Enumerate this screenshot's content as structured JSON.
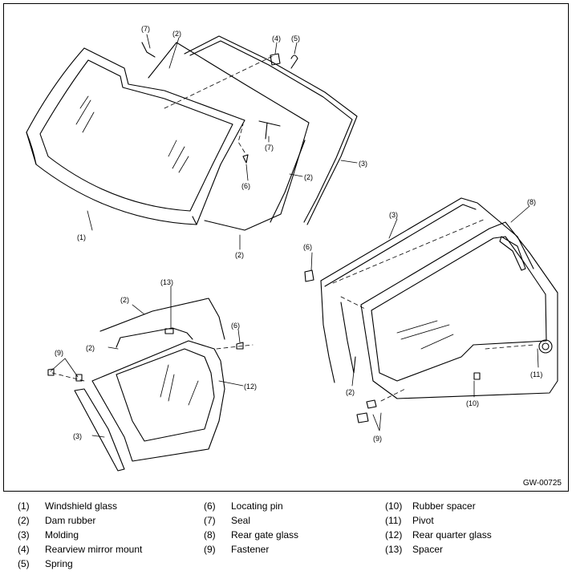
{
  "drawing_code": "GW-00725",
  "callouts": {
    "c1": "(1)",
    "c2": "(2)",
    "c3": "(3)",
    "c4": "(4)",
    "c5": "(5)",
    "c6": "(6)",
    "c7": "(7)",
    "c8": "(8)",
    "c9": "(9)",
    "c10": "(10)",
    "c11": "(11)",
    "c12": "(12)",
    "c13": "(13)"
  },
  "legend": [
    {
      "num": "(1)",
      "label": "Windshield glass"
    },
    {
      "num": "(2)",
      "label": "Dam rubber"
    },
    {
      "num": "(3)",
      "label": "Molding"
    },
    {
      "num": "(4)",
      "label": "Rearview mirror mount"
    },
    {
      "num": "(5)",
      "label": "Spring"
    },
    {
      "num": "(6)",
      "label": "Locating pin"
    },
    {
      "num": "(7)",
      "label": "Seal"
    },
    {
      "num": "(8)",
      "label": "Rear gate glass"
    },
    {
      "num": "(9)",
      "label": "Fastener"
    },
    {
      "num": "(10)",
      "label": "Rubber spacer"
    },
    {
      "num": "(11)",
      "label": "Pivot"
    },
    {
      "num": "(12)",
      "label": "Rear quarter glass"
    },
    {
      "num": "(13)",
      "label": "Spacer"
    }
  ]
}
